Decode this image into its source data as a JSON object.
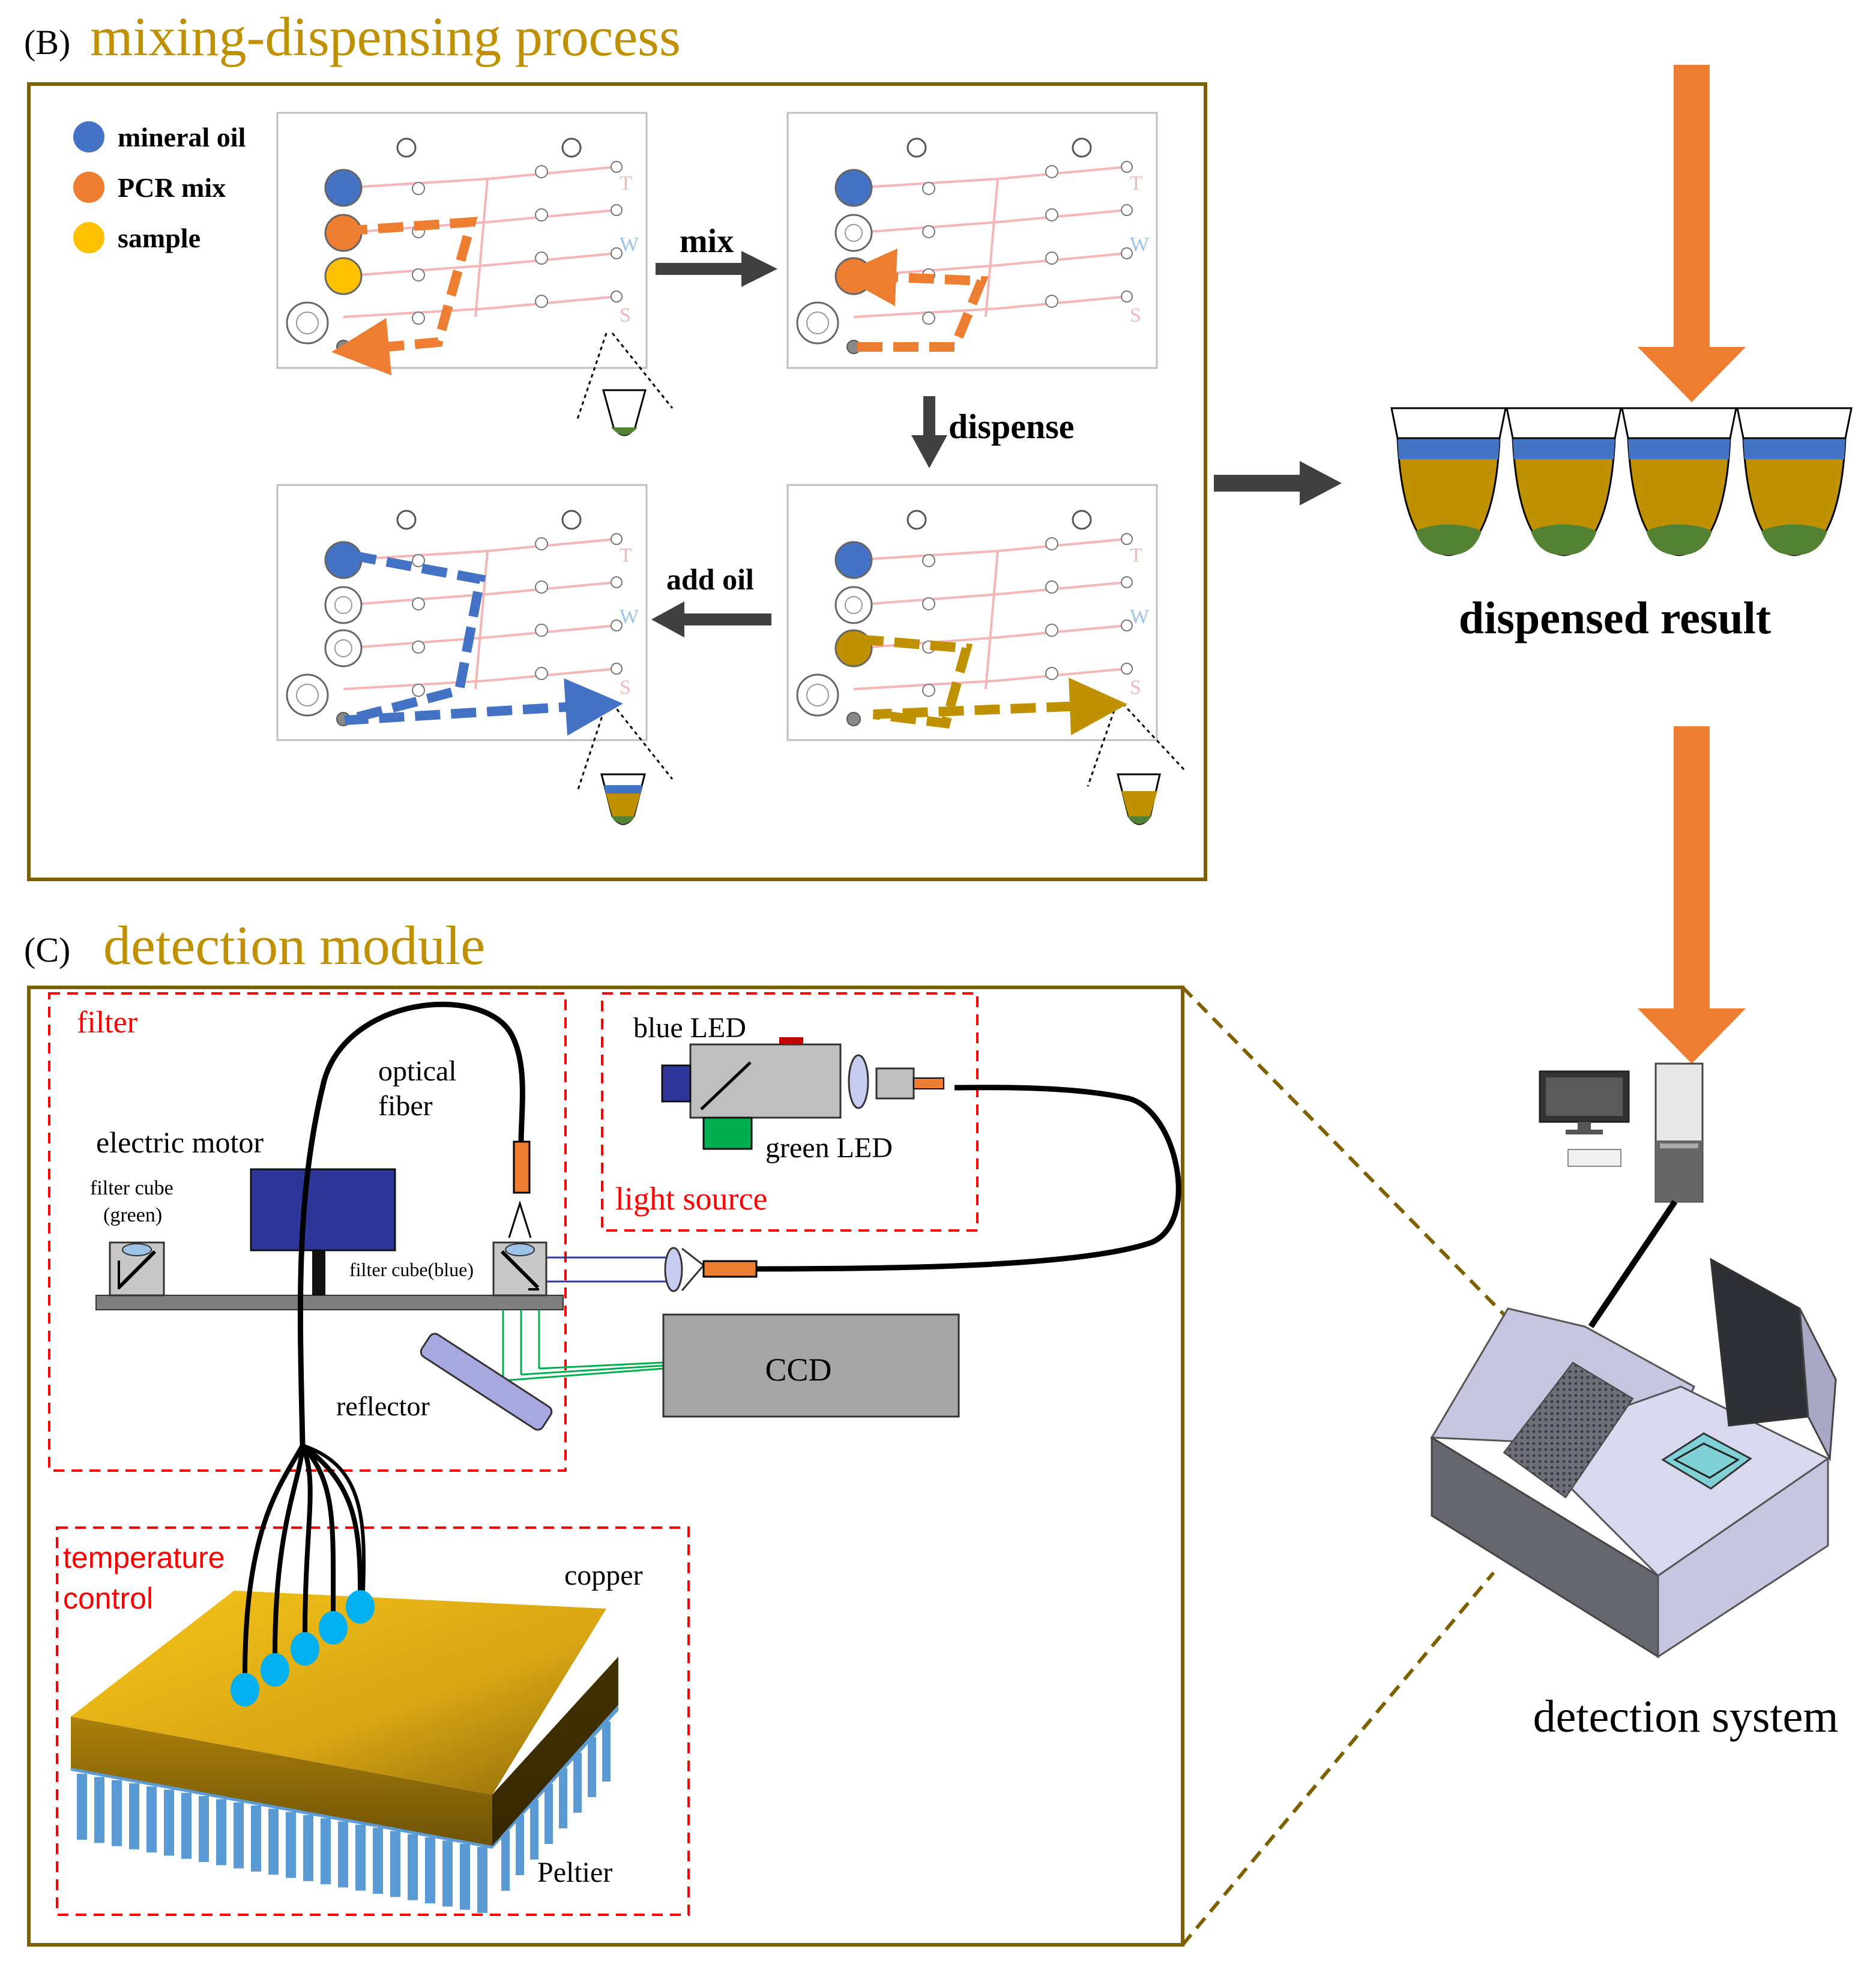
{
  "panel_b": {
    "letter": "(B)",
    "title": "mixing-dispensing process",
    "legend": [
      {
        "label": "mineral oil",
        "color": "#4472C4"
      },
      {
        "label": "PCR mix",
        "color": "#ED7D31"
      },
      {
        "label": "sample",
        "color": "#FFC000"
      }
    ],
    "steps": {
      "mix": "mix",
      "dispense": "dispense",
      "add_oil": "add oil"
    },
    "chip_letters": [
      "T",
      "W",
      "S"
    ]
  },
  "dispensed": {
    "label": "dispensed result",
    "colors": {
      "oil": "#4472C4",
      "mix": "#BF9000",
      "sample": "#548235"
    }
  },
  "panel_c": {
    "letter": "(C)",
    "title": "detection module",
    "labels": {
      "filter": "filter",
      "optical_fiber_1": "optical",
      "optical_fiber_2": "fiber",
      "electric_motor": "electric motor",
      "filter_cube_green_1": "filter cube",
      "filter_cube_green_2": "(green)",
      "filter_cube_blue": "filter cube(blue)",
      "reflector": "reflector",
      "blue_led": "blue LED",
      "green_led": "green LED",
      "light_source": "light source",
      "ccd": "CCD",
      "temperature_1": "temperature",
      "temperature_2": "control",
      "copper": "copper",
      "peltier": "Peltier"
    }
  },
  "system": {
    "label": "detection system"
  },
  "colors": {
    "title_gold": "#BF9000",
    "frame": "#7F6000",
    "orange_arrow": "#ED7D31",
    "dark_arrow": "#404040",
    "red_dashed": "#FF0000"
  }
}
